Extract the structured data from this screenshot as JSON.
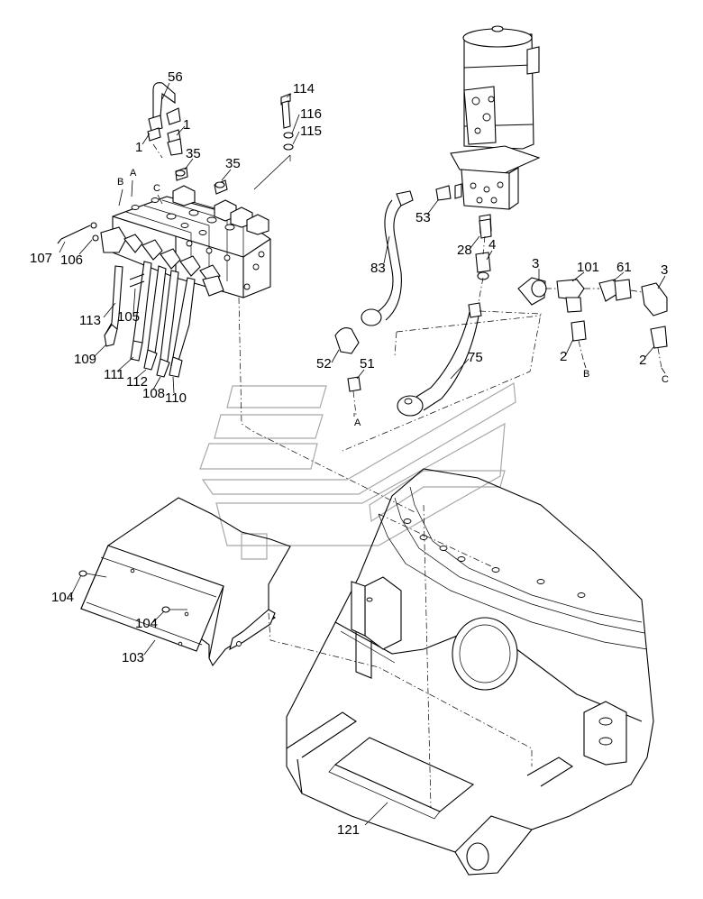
{
  "callouts": {
    "c56": "56",
    "c1a": "1",
    "c1b": "1",
    "c35a": "35",
    "c35b": "35",
    "c114": "114",
    "c116": "116",
    "c115": "115",
    "c107": "107",
    "c106": "106",
    "c113": "113",
    "c105": "105",
    "c109": "109",
    "c111": "111",
    "c112": "112",
    "c108": "108",
    "c110": "110",
    "c53": "53",
    "c28": "28",
    "c4": "4",
    "c83": "83",
    "c3a": "3",
    "c101": "101",
    "c61": "61",
    "c3b": "3",
    "c52": "52",
    "c51": "51",
    "c75": "75",
    "c2a": "2",
    "c2b": "2",
    "c104a": "104",
    "c104b": "104",
    "c103": "103",
    "c121": "121"
  },
  "ports": {
    "valve_b": "B",
    "valve_a": "A",
    "valve_c": "C",
    "out_a": "A",
    "out_b": "B",
    "out_c": "C"
  }
}
